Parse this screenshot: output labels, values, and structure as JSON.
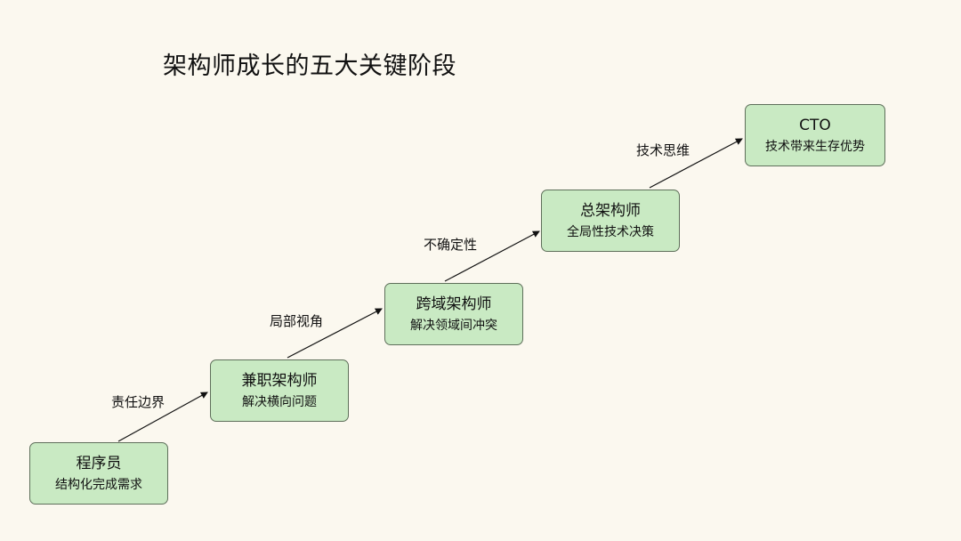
{
  "title": "架构师成长的五大关键阶段",
  "stages": [
    {
      "name": "程序员",
      "desc": "结构化完成需求"
    },
    {
      "name": "兼职架构师",
      "desc": "解决横向问题"
    },
    {
      "name": "跨域架构师",
      "desc": "解决领域间冲突"
    },
    {
      "name": "总架构师",
      "desc": "全局性技术决策"
    },
    {
      "name": "CTO",
      "desc": "技术带来生存优势"
    }
  ],
  "transitions": [
    {
      "label": "责任边界"
    },
    {
      "label": "局部视角"
    },
    {
      "label": "不确定性"
    },
    {
      "label": "技术思维"
    }
  ],
  "colors": {
    "background": "#fbf8ef",
    "box_fill": "#c9eac3",
    "box_border": "#5e6f5a",
    "arrow": "#111111"
  }
}
